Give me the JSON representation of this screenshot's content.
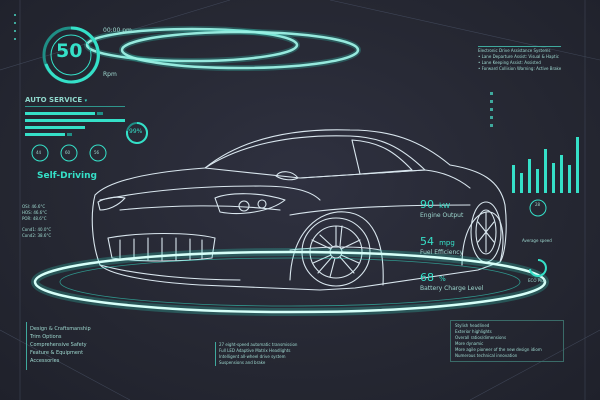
{
  "colors": {
    "background": "#262833",
    "accent": "#35e0c8",
    "accent_dim": "#1f8f86",
    "line": "#d9e6ee"
  },
  "speed": {
    "value": "50",
    "unit": "Rpm",
    "time": "00:00 pm"
  },
  "auto_service": {
    "label": "AUTO SERVICE",
    "percent": "99%",
    "percent_value": 0.99
  },
  "mini_gauges": [
    "44",
    "60",
    "56"
  ],
  "self_driving": {
    "label": "Self-Driving"
  },
  "temperature_readouts": [
    "OSI: 46.6°C",
    "HOS: 46.6°C",
    "POR: 48.6°C",
    "Cond1: 40.0°C",
    "Cond2: 38.6°C"
  ],
  "top_right_notes": [
    "Electronic Drive Assistance Systems",
    "• Lane Departure Assist: Visual & Haptic",
    "• Lane Keeping Assist: Assisted",
    "• Forward Collision Warning: Active Brake"
  ],
  "stats": [
    {
      "value": "90",
      "unit": "kW",
      "label": "Engine Output"
    },
    {
      "value": "54",
      "unit": "mpg",
      "label": "Fuel Efficiency"
    },
    {
      "value": "68",
      "unit": "%",
      "label": "Battery Charge Level"
    }
  ],
  "right_widgets": {
    "gauge1_value": "28",
    "gauge1_label": "Average speed",
    "gauge2_label": "ECO Plus"
  },
  "menu": [
    "Design & Craftsmanship",
    "Trim Options",
    "Comprehensive Safety",
    "Feature & Equipment",
    "Accessories"
  ],
  "center_notes": [
    "27 eight-speed automatic transmission",
    "Full LED Adaptive Matrix Headlights",
    "Intelligent all-wheel drive system",
    "Suspensions and brake"
  ],
  "bottom_right_notes": [
    "Stylish headlined",
    "Exterior highlights",
    "Overall ratios/dimensions",
    "More dynamic",
    "More agile pioneer of the new design idiom",
    "Numerous technical innovation"
  ],
  "icons": [
    "dropdown-caret-icon",
    "car-outline-icon",
    "hologram-ring-icon"
  ]
}
